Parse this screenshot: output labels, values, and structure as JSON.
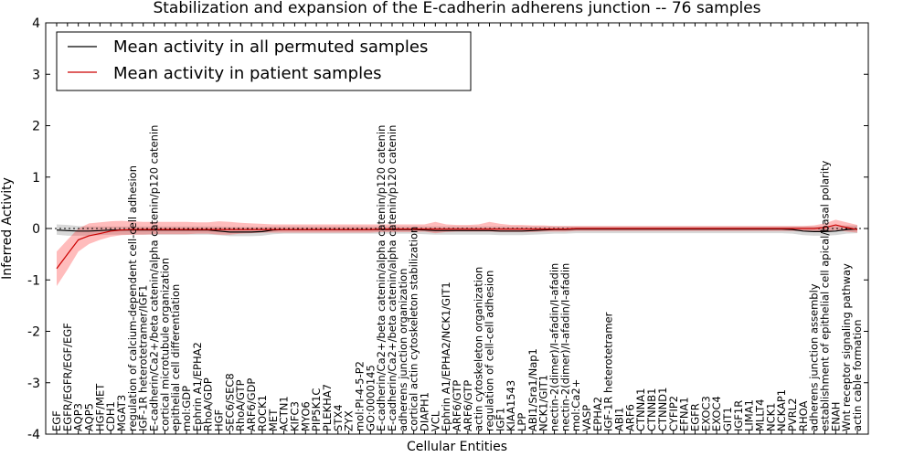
{
  "chart_data": {
    "type": "line",
    "title": "Stabilization and expansion of the E-cadherin adherens junction -- 76 samples",
    "xlabel": "Cellular Entities",
    "ylabel": "Inferred Activity",
    "ylim": [
      -4,
      4
    ],
    "yticks": [
      "-4",
      "-3",
      "-2",
      "-1",
      "0",
      "1",
      "2",
      "3",
      "4"
    ],
    "legend_position": "top-left",
    "categories": [
      "EGF",
      "EGFR/EGFR/EGF/EGF",
      "AQP3",
      "AQP5",
      "HGF/MET",
      "CDH1",
      "MGAT3",
      "regulation of calcium-dependent cell-cell adhesion",
      "IGF-1R heterotetramer/IGF1",
      "E-cadherin/Ca2+/beta catenin/alpha catenin/p120 catenin",
      "cortical microtubule organization",
      "epithelial cell differentiation",
      "mol:GDP",
      "Ephrin A1/EPHA2",
      "RhoA/GDP",
      "HGF",
      "SEC6/SEC8",
      "RhoA/GTP",
      "ARF6/GDP",
      "ROCK1",
      "MET",
      "ACTN1",
      "KIFC3",
      "MYO6",
      "PIP5K1C",
      "PLEKHA7",
      "STX4",
      "ZYX",
      "mol:PI-4-5-P2",
      "GO:0000145",
      "E-cadherin/Ca2+/beta catenin/alpha catenin/p120 catenin",
      "E-cadherin/Ca2+/beta catenin/alpha catenin/p120 catenin",
      "adherens junction organization",
      "cortical actin cytoskeleton stabilization",
      "DIAPH1",
      "VCL",
      "Ephrin A1/EPHA2/NCK1/GIT1",
      "ARF6/GTP",
      "ARF6/GTP",
      "actin cytoskeleton organization",
      "regulation of cell-cell adhesion",
      "IGF1",
      "KIAA1543",
      "LPP",
      "ABI1/Sra1/Nap1",
      "NCK1/GIT1",
      "nectin-2(dimer)/I-afadin/I-afadin",
      "nectin-2(dimer)/I-afadin/I-afadin",
      "mol:Ca2+",
      "VASP",
      "EPHA2",
      "IGF-1R heterotetramer",
      "ABI1",
      "ARF6",
      "CTNNA1",
      "CTNNB1",
      "CTNND1",
      "CYFIP2",
      "EFNA1",
      "EGFR",
      "EXOC3",
      "EXOC4",
      "GIT1",
      "IGF1R",
      "LIMA1",
      "MLLT4",
      "NCK1",
      "NCKAP1",
      "PVRL2",
      "RHOA",
      "adherens junction assembly",
      "establishment of epithelial cell apical/basal polarity",
      "ENAH",
      "Wnt receptor signaling pathway",
      "actin cable formation"
    ],
    "series": [
      {
        "name": "Mean activity in all permuted samples",
        "color": "#000000",
        "values": [
          -0.03,
          -0.04,
          -0.05,
          -0.05,
          -0.04,
          -0.03,
          -0.03,
          -0.03,
          -0.03,
          -0.03,
          -0.03,
          -0.03,
          -0.03,
          -0.03,
          -0.03,
          -0.05,
          -0.07,
          -0.07,
          -0.07,
          -0.06,
          -0.03,
          -0.02,
          -0.02,
          -0.02,
          -0.02,
          -0.02,
          -0.02,
          -0.02,
          -0.02,
          -0.02,
          -0.02,
          -0.02,
          -0.02,
          -0.02,
          -0.03,
          -0.04,
          -0.04,
          -0.04,
          -0.04,
          -0.04,
          -0.04,
          -0.05,
          -0.05,
          -0.05,
          -0.04,
          -0.03,
          -0.02,
          -0.02,
          -0.01,
          -0.01,
          -0.01,
          -0.01,
          -0.01,
          -0.01,
          -0.01,
          -0.01,
          -0.01,
          -0.01,
          -0.01,
          -0.01,
          -0.01,
          -0.01,
          -0.01,
          -0.01,
          -0.01,
          -0.01,
          -0.01,
          -0.01,
          -0.02,
          -0.05,
          -0.06,
          -0.06,
          -0.05,
          -0.02,
          -0.01
        ],
        "band_lower": [
          -0.12,
          -0.14,
          -0.14,
          -0.14,
          -0.13,
          -0.12,
          -0.12,
          -0.12,
          -0.12,
          -0.12,
          -0.12,
          -0.12,
          -0.12,
          -0.12,
          -0.12,
          -0.13,
          -0.15,
          -0.15,
          -0.15,
          -0.14,
          -0.11,
          -0.1,
          -0.1,
          -0.1,
          -0.1,
          -0.1,
          -0.1,
          -0.1,
          -0.1,
          -0.1,
          -0.1,
          -0.1,
          -0.1,
          -0.1,
          -0.11,
          -0.12,
          -0.12,
          -0.12,
          -0.12,
          -0.12,
          -0.12,
          -0.13,
          -0.13,
          -0.13,
          -0.12,
          -0.11,
          -0.1,
          -0.1,
          -0.09,
          -0.09,
          -0.09,
          -0.09,
          -0.09,
          -0.09,
          -0.09,
          -0.09,
          -0.09,
          -0.09,
          -0.09,
          -0.09,
          -0.09,
          -0.09,
          -0.09,
          -0.09,
          -0.09,
          -0.09,
          -0.09,
          -0.09,
          -0.1,
          -0.13,
          -0.14,
          -0.14,
          -0.13,
          -0.1,
          -0.09
        ],
        "band_upper": [
          0.08,
          0.07,
          0.05,
          0.04,
          0.04,
          0.04,
          0.04,
          0.04,
          0.04,
          0.04,
          0.04,
          0.04,
          0.04,
          0.04,
          0.04,
          0.04,
          0.03,
          0.03,
          0.03,
          0.03,
          0.04,
          0.04,
          0.04,
          0.04,
          0.04,
          0.04,
          0.04,
          0.04,
          0.04,
          0.04,
          0.04,
          0.04,
          0.04,
          0.04,
          0.04,
          0.04,
          0.04,
          0.04,
          0.04,
          0.04,
          0.04,
          0.04,
          0.04,
          0.04,
          0.04,
          0.04,
          0.04,
          0.04,
          0.04,
          0.04,
          0.04,
          0.04,
          0.04,
          0.04,
          0.04,
          0.04,
          0.04,
          0.04,
          0.04,
          0.04,
          0.04,
          0.04,
          0.04,
          0.04,
          0.04,
          0.04,
          0.04,
          0.04,
          0.04,
          0.04,
          0.04,
          0.04,
          0.05,
          0.06,
          0.06
        ]
      },
      {
        "name": "Mean activity in patient samples",
        "color": "#cc0000",
        "values": [
          -0.78,
          -0.5,
          -0.22,
          -0.14,
          -0.1,
          -0.05,
          -0.03,
          -0.02,
          -0.02,
          -0.02,
          -0.02,
          -0.02,
          -0.02,
          -0.02,
          -0.02,
          -0.02,
          -0.02,
          -0.02,
          -0.02,
          -0.02,
          -0.02,
          -0.02,
          -0.02,
          -0.02,
          -0.02,
          -0.02,
          -0.02,
          -0.02,
          -0.02,
          -0.02,
          -0.01,
          -0.01,
          -0.01,
          -0.01,
          -0.01,
          -0.01,
          -0.01,
          -0.01,
          -0.01,
          -0.01,
          -0.01,
          -0.01,
          -0.01,
          -0.01,
          -0.01,
          -0.01,
          -0.01,
          -0.01,
          0.0,
          0.0,
          0.0,
          0.0,
          0.0,
          0.0,
          0.0,
          0.0,
          0.0,
          0.0,
          0.0,
          0.0,
          0.0,
          0.0,
          0.0,
          0.0,
          0.0,
          0.0,
          0.0,
          0.0,
          0.0,
          0.0,
          0.0,
          0.02,
          0.07,
          0.02,
          -0.02
        ],
        "band_lower": [
          -1.12,
          -0.8,
          -0.45,
          -0.3,
          -0.22,
          -0.16,
          -0.13,
          -0.12,
          -0.12,
          -0.11,
          -0.11,
          -0.11,
          -0.11,
          -0.1,
          -0.1,
          -0.12,
          -0.12,
          -0.1,
          -0.09,
          -0.08,
          -0.08,
          -0.08,
          -0.08,
          -0.08,
          -0.08,
          -0.08,
          -0.08,
          -0.08,
          -0.08,
          -0.08,
          -0.07,
          -0.07,
          -0.07,
          -0.07,
          -0.06,
          -0.09,
          -0.07,
          -0.06,
          -0.06,
          -0.06,
          -0.06,
          -0.07,
          -0.07,
          -0.07,
          -0.07,
          -0.06,
          -0.06,
          -0.06,
          -0.05,
          -0.05,
          -0.05,
          -0.05,
          -0.05,
          -0.05,
          -0.05,
          -0.05,
          -0.05,
          -0.05,
          -0.05,
          -0.05,
          -0.05,
          -0.05,
          -0.05,
          -0.05,
          -0.05,
          -0.05,
          -0.05,
          -0.05,
          -0.05,
          -0.05,
          -0.05,
          -0.06,
          -0.03,
          -0.06,
          -0.08
        ],
        "band_upper": [
          -0.45,
          -0.22,
          0.0,
          0.1,
          0.12,
          0.14,
          0.15,
          0.14,
          0.13,
          0.13,
          0.13,
          0.13,
          0.13,
          0.12,
          0.12,
          0.14,
          0.13,
          0.11,
          0.1,
          0.09,
          0.08,
          0.08,
          0.08,
          0.08,
          0.08,
          0.08,
          0.08,
          0.08,
          0.08,
          0.08,
          0.08,
          0.08,
          0.08,
          0.08,
          0.08,
          0.13,
          0.08,
          0.07,
          0.07,
          0.08,
          0.13,
          0.09,
          0.07,
          0.07,
          0.06,
          0.06,
          0.05,
          0.05,
          0.05,
          0.05,
          0.05,
          0.05,
          0.05,
          0.05,
          0.05,
          0.05,
          0.05,
          0.05,
          0.05,
          0.05,
          0.05,
          0.05,
          0.05,
          0.05,
          0.05,
          0.05,
          0.05,
          0.05,
          0.05,
          0.05,
          0.06,
          0.1,
          0.17,
          0.12,
          0.07
        ]
      }
    ]
  }
}
